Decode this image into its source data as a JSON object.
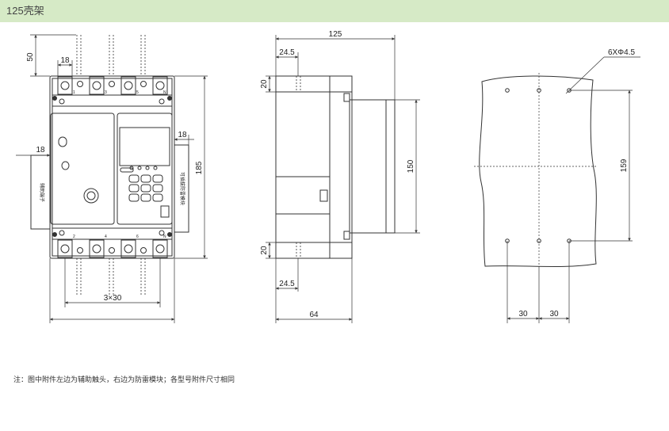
{
  "header": {
    "title": "125壳架"
  },
  "front_view": {
    "dim_top_height": "50",
    "dim_terminal_width": "18",
    "dim_left_aux": "18",
    "dim_right_module": "18",
    "dim_total_height": "185",
    "dim_pole_spacing": "3×30",
    "label_aux_terminal": "辅助端子",
    "label_surge_module": "可插拔防雷模块",
    "phase_labels": [
      "1",
      "3",
      "5",
      "N"
    ],
    "phase_labels_bottom": [
      "2",
      "4",
      "6",
      "N"
    ]
  },
  "side_view": {
    "dim_depth": "125",
    "dim_offset_top": "24.5",
    "dim_terminal_top": "20",
    "dim_body_height": "150",
    "dim_terminal_bottom": "20",
    "dim_offset_bottom": "24.5",
    "dim_base_depth": "64"
  },
  "mounting_view": {
    "dim_holes": "6XΦ4.5",
    "dim_vertical": "159",
    "dim_left_spacing": "30",
    "dim_right_spacing": "30"
  },
  "footer": {
    "note": "注：图中附件左边为辅助触头，右边为防雷模块；各型号附件尺寸相同"
  },
  "colors": {
    "header_bg": "#d6eac6",
    "line": "#333333"
  }
}
